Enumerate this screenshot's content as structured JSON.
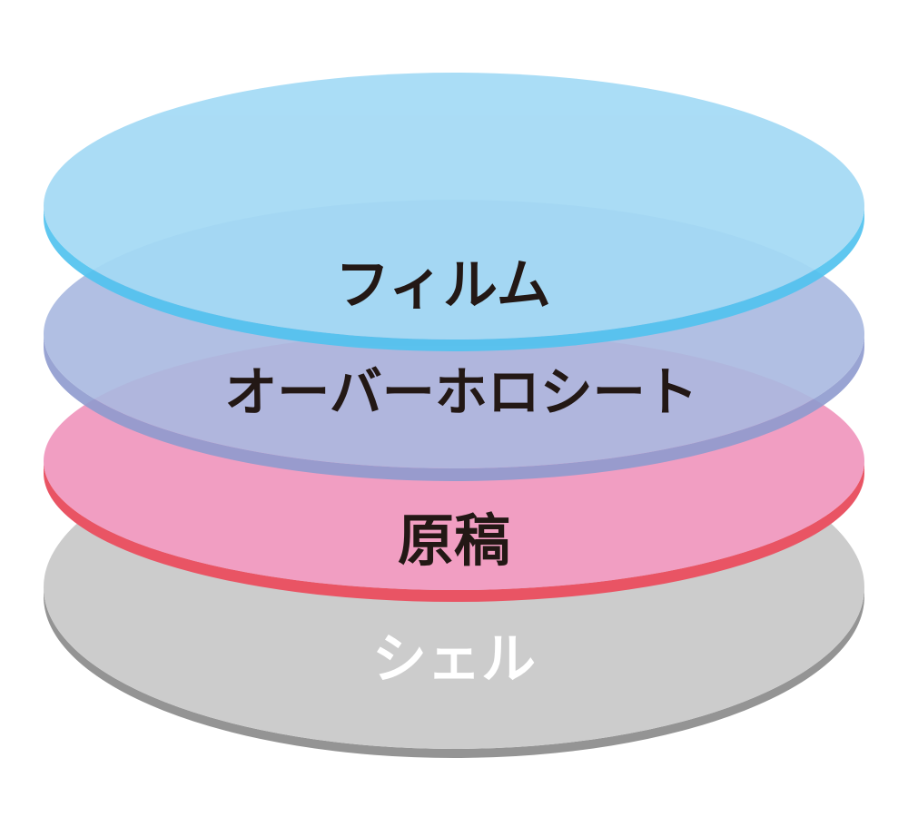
{
  "diagram": {
    "layers": [
      {
        "id": "shell",
        "label": "シェル",
        "top_color": "#cccccc",
        "edge_color": "#949494",
        "label_color": "#ffffff"
      },
      {
        "id": "artwork",
        "label": "原稿",
        "top_color": "#f19ec2",
        "edge_color": "#e95464",
        "label_color": "#231815"
      },
      {
        "id": "overholo-sheet",
        "label": "オーバーホロシート",
        "top_color": "#a9b9e0",
        "edge_color": "#8f9bcf",
        "label_color": "#231815"
      },
      {
        "id": "film",
        "label": "フィルム",
        "top_color": "#a3daf5",
        "edge_color": "#52c3ef",
        "label_color": "#231815"
      }
    ]
  }
}
